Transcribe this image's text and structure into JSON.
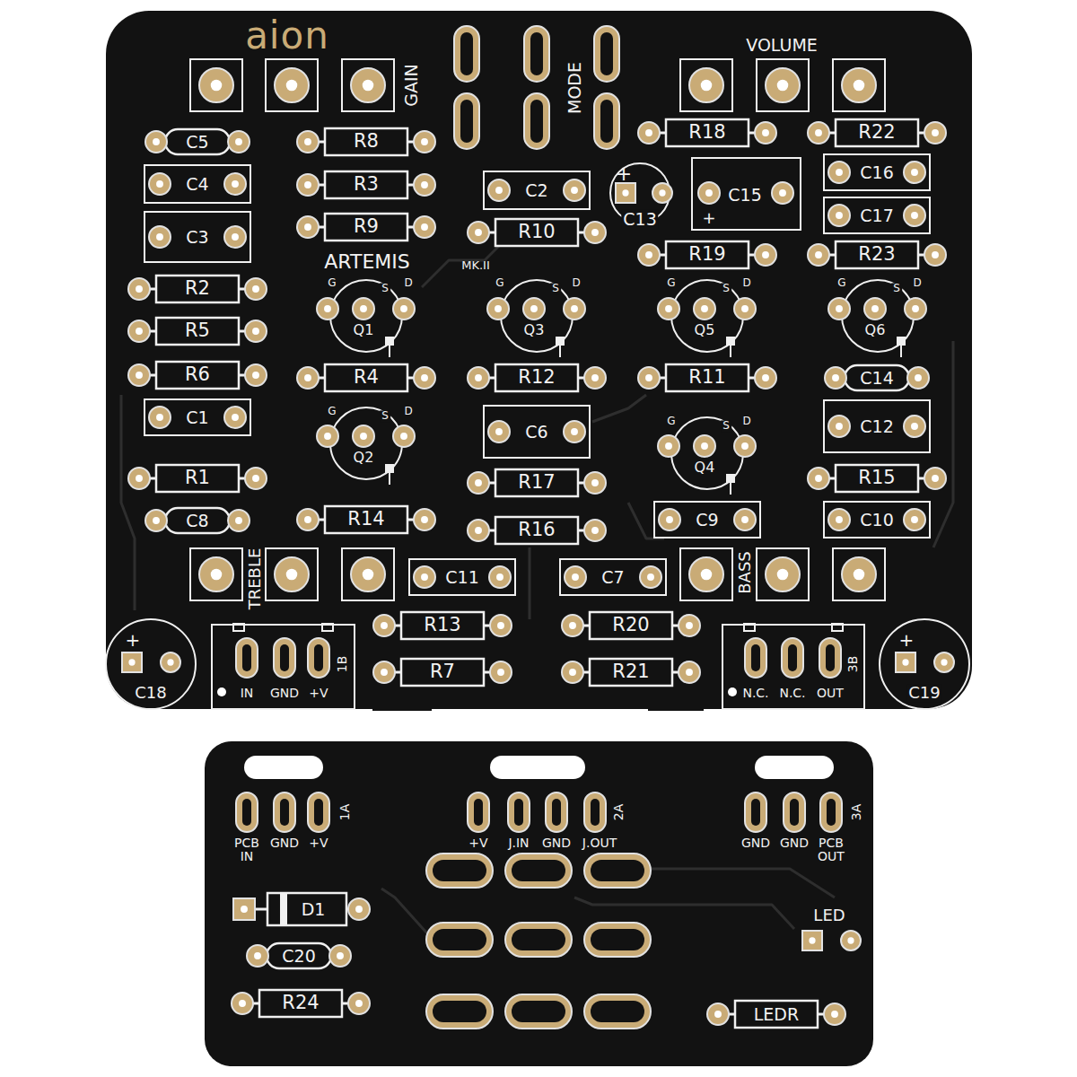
{
  "diagram": {
    "labels": [
      "aion",
      "GAIN",
      "MODE",
      "VOLUME",
      "C5",
      "R8",
      "C4",
      "R3",
      "C3",
      "R9",
      "C2",
      "R10",
      "+",
      "C13",
      "C15",
      "+",
      "R18",
      "R22",
      "C16",
      "C17",
      "R19",
      "R23",
      "ARTEMIS",
      "MK.II",
      "R2",
      "G",
      "S",
      "D",
      "G",
      "S",
      "D",
      "G",
      "S",
      "D",
      "G",
      "S",
      "D",
      "Q1",
      "Q3",
      "Q5",
      "Q6",
      "R5",
      "R6",
      "R4",
      "R12",
      "R11",
      "C14",
      "G",
      "S",
      "D",
      "C1",
      "C6",
      "C12",
      "G",
      "S",
      "D",
      "Q2",
      "Q4",
      "R1",
      "R17",
      "R15",
      "C8",
      "R14",
      "C9",
      "C10",
      "R16",
      "TREBLE",
      "C11",
      "C7",
      "BASS",
      "R13",
      "R20",
      "R7",
      "R21",
      "+",
      "+",
      "1B",
      "3B",
      "C18",
      "C19",
      "IN",
      "GND",
      "+V",
      "N.C.",
      "N.C.",
      "OUT",
      "1A",
      "2A",
      "3A",
      "PCB IN",
      "GND",
      "+V",
      "+V",
      "J.IN",
      "GND",
      "J.OUT",
      "GND",
      "GND",
      "PCB OUT",
      "D1",
      "LED",
      "C20",
      "R24",
      "LEDR"
    ]
  }
}
